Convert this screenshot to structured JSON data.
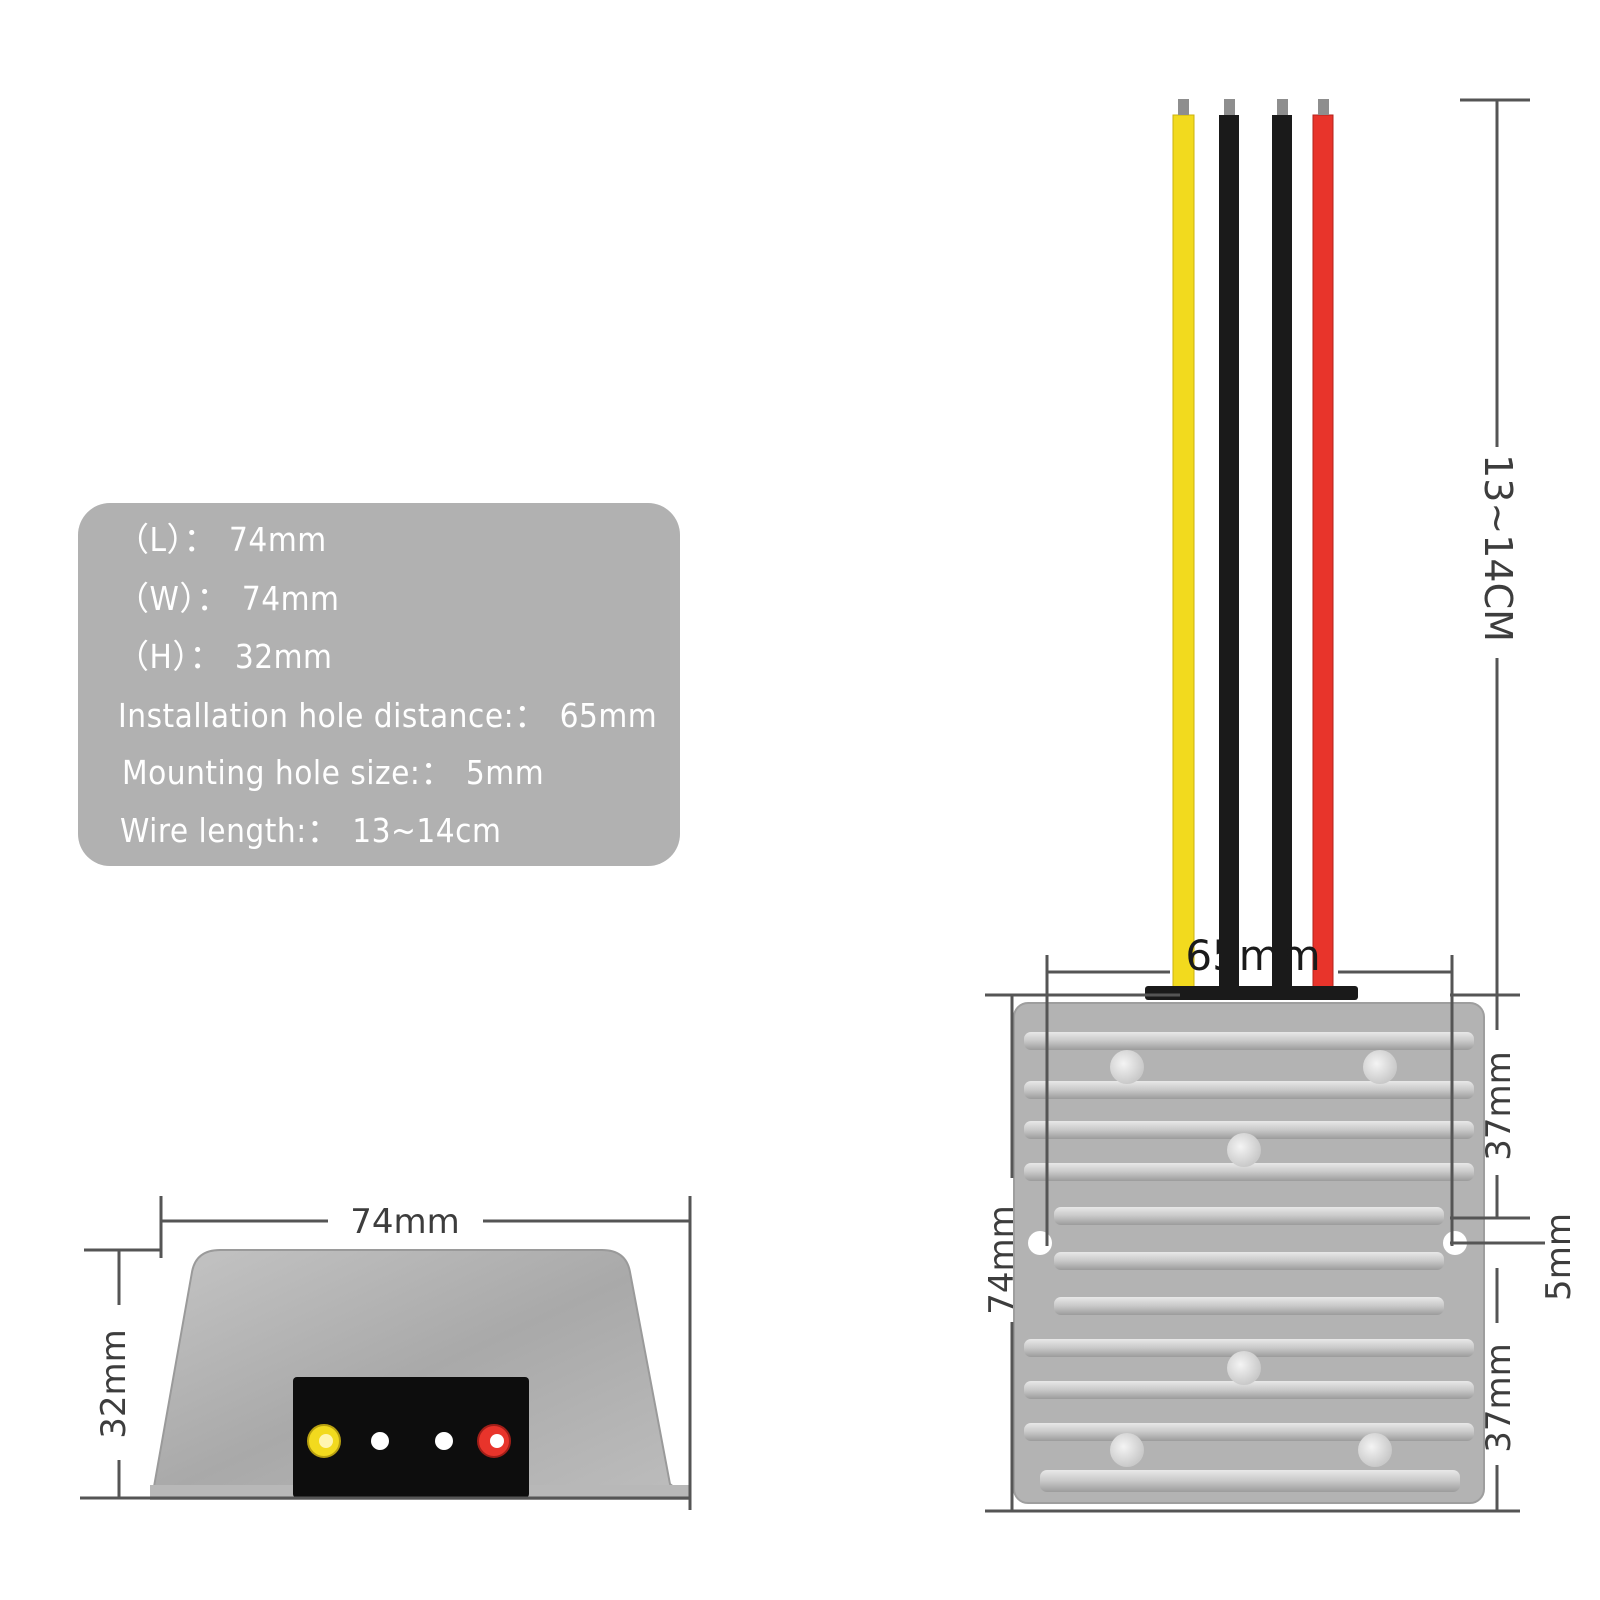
{
  "specs": [
    {
      "label": "（L）：",
      "value": "74mm"
    },
    {
      "label": "（W）：",
      "value": "74mm"
    },
    {
      "label": "（H）：",
      "value": "32mm"
    },
    {
      "label": "Installation hole distance:：",
      "value": "65mm"
    },
    {
      "label": "Mounting hole size:：",
      "value": "5mm"
    },
    {
      "label": "Wire length:：",
      "value": "13~14cm"
    }
  ],
  "dimensions": {
    "front_width": "74mm",
    "front_height": "32mm",
    "hole_distance": "65mm",
    "body_side": "74mm",
    "wire_length": "13~14CM",
    "upper_offset": "37mm",
    "hole_size": "5mm",
    "lower_offset": "37mm"
  },
  "wires": [
    {
      "color": "#f2da1e"
    },
    {
      "color": "#1a1a1a"
    },
    {
      "color": "#1a1a1a"
    },
    {
      "color": "#e8342b"
    }
  ],
  "terminals": [
    {
      "color": "#f2da1e"
    },
    {
      "color": "#ffffff"
    },
    {
      "color": "#ffffff"
    },
    {
      "color": "#e8342b"
    }
  ]
}
